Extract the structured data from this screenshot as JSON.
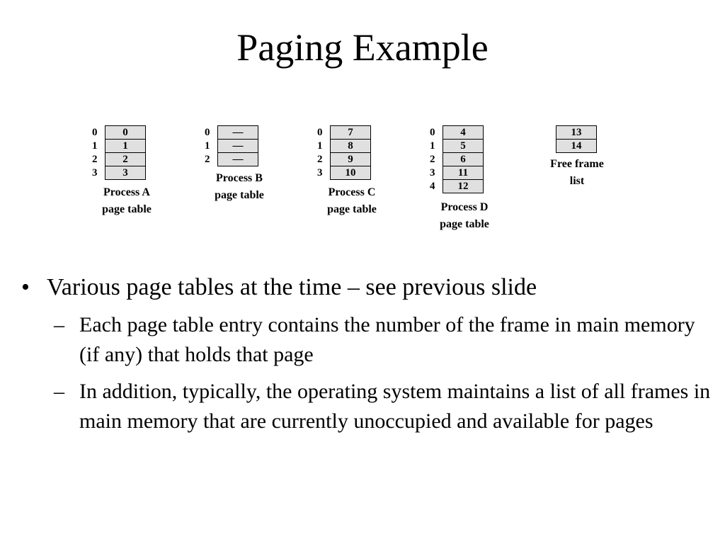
{
  "title": "Paging Example",
  "tables": [
    {
      "id": "process-a",
      "rows": [
        {
          "index": "0",
          "frame": "0"
        },
        {
          "index": "1",
          "frame": "1"
        },
        {
          "index": "2",
          "frame": "2"
        },
        {
          "index": "3",
          "frame": "3"
        }
      ],
      "label_line1": "Process A",
      "label_line2": "page table"
    },
    {
      "id": "process-b",
      "rows": [
        {
          "index": "0",
          "frame": "—"
        },
        {
          "index": "1",
          "frame": "—"
        },
        {
          "index": "2",
          "frame": "—"
        }
      ],
      "label_line1": "Process B",
      "label_line2": "page table"
    },
    {
      "id": "process-c",
      "rows": [
        {
          "index": "0",
          "frame": "7"
        },
        {
          "index": "1",
          "frame": "8"
        },
        {
          "index": "2",
          "frame": "9"
        },
        {
          "index": "3",
          "frame": "10"
        }
      ],
      "label_line1": "Process C",
      "label_line2": "page table"
    },
    {
      "id": "process-d",
      "rows": [
        {
          "index": "0",
          "frame": "4"
        },
        {
          "index": "1",
          "frame": "5"
        },
        {
          "index": "2",
          "frame": "6"
        },
        {
          "index": "3",
          "frame": "11"
        },
        {
          "index": "4",
          "frame": "12"
        }
      ],
      "label_line1": "Process D",
      "label_line2": "page table"
    },
    {
      "id": "free-frame-list",
      "rows": [
        {
          "index": "",
          "frame": "13"
        },
        {
          "index": "",
          "frame": "14"
        }
      ],
      "label_line1": "Free frame",
      "label_line2": "list"
    }
  ],
  "bullets": {
    "main": "Various page tables at the time – see previous slide",
    "bullet_symbol": "•",
    "sub_symbol": "–",
    "sub": [
      "Each page table entry contains the number of the frame in main memory (if any) that holds that page",
      "In addition, typically, the operating system maintains a list of all frames in main memory that are currently unoccupied and available for pages"
    ]
  }
}
